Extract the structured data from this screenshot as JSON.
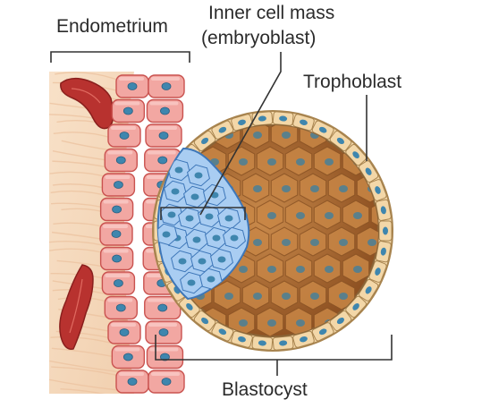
{
  "labels": {
    "endometrium": "Endometrium",
    "inner_cell_mass_line1": "Inner cell mass",
    "inner_cell_mass_line2": "(embryoblast)",
    "trophoblast": "Trophoblast",
    "blastocyst": "Blastocyst"
  },
  "colors": {
    "stroma": "#f6d9bd",
    "stroma_streak": "#ecc3a0",
    "epithelial_cell": "#f2a7a2",
    "epithelial_outline": "#c9524f",
    "nucleus": "#3f86ae",
    "gland": "#b8322f",
    "trophoblast_ring": "#f3d7a8",
    "trophoblast_outline": "#a8844f",
    "cavity": "#a9682f",
    "cavity_cell": "#c88646",
    "inner_cell_mass": "#a9cdf2",
    "inner_cell_mass_outline": "#3d76b8",
    "leader_line": "#333333"
  }
}
